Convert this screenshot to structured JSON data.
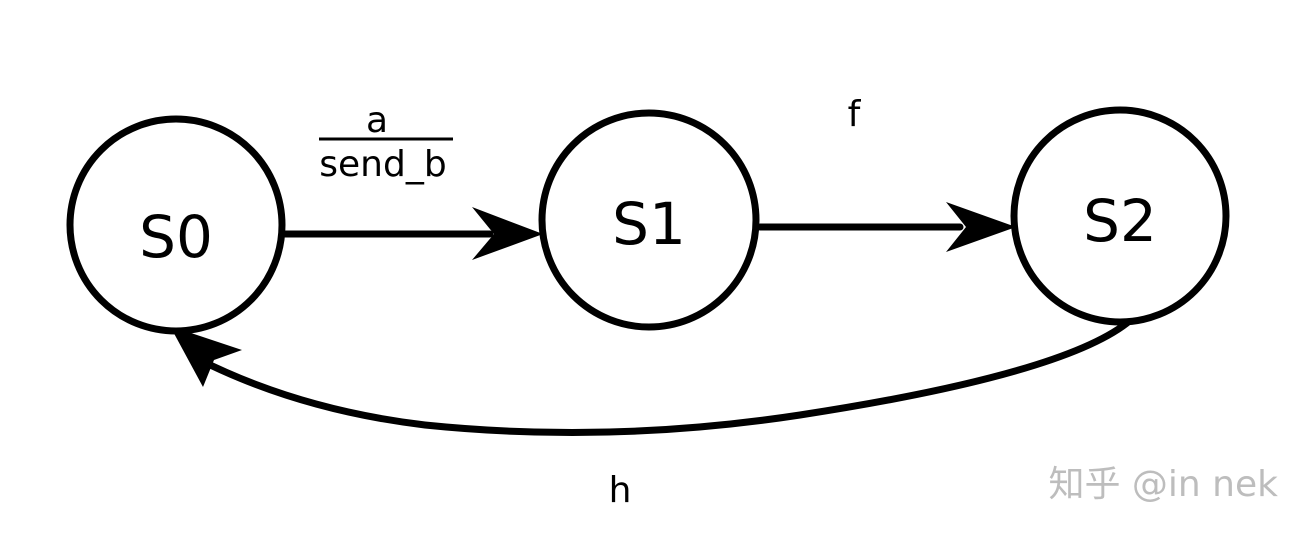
{
  "diagram": {
    "states": {
      "s0": "S0",
      "s1": "S1",
      "s2": "S2"
    },
    "transitions": {
      "s0_to_s1_condition": "a",
      "s0_to_s1_action": "send_b",
      "s1_to_s2": "f",
      "s2_to_s0": "h"
    },
    "watermark": "知乎 @in nek"
  }
}
